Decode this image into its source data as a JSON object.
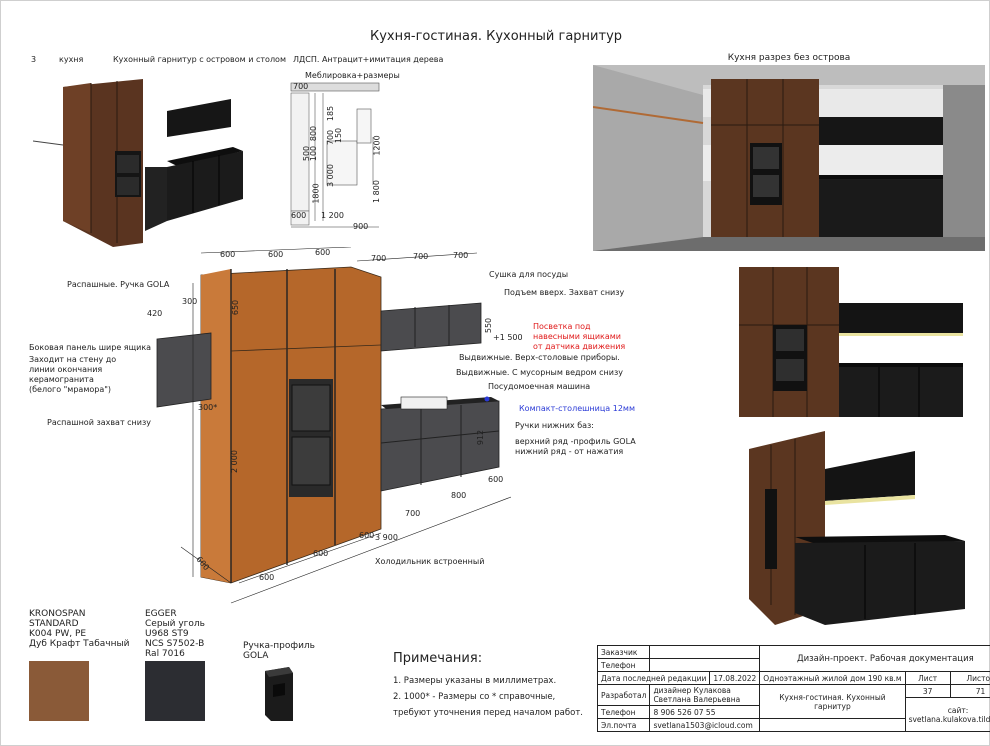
{
  "page": {
    "title": "Кухня-гостиная. Кухонный гарнитур",
    "header_row": {
      "num": "3",
      "room": "кухня",
      "desc": "Кухонный гарнитур с островом и столом",
      "material": "ЛДСП. Антрацит+имитация дерева"
    },
    "plan_label": "Меблировка+размеры",
    "render_top_label": "Кухня разрез без острова"
  },
  "plan": {
    "dims": [
      "700",
      "185",
      "700",
      "800",
      "100",
      "1200",
      "3 000",
      "1800",
      "1 800",
      "1 200",
      "900",
      "600",
      "150",
      "500"
    ]
  },
  "drawing": {
    "dims_top_left": [
      "600",
      "600",
      "600"
    ],
    "dims_top_right": [
      "700",
      "700",
      "700"
    ],
    "dim_side": [
      "420",
      "300",
      "300*"
    ],
    "dim_heights": [
      "650",
      "2 000",
      "550",
      "+1 500",
      "912"
    ],
    "dims_bottom": [
      "600",
      "600",
      "600",
      "700",
      "800",
      "600",
      "3 900",
      "600"
    ],
    "labels": {
      "swing_gola": "Распашные. Ручка GOLA",
      "side_panel": "Боковая панель шире ящика",
      "side_panel_note": "Заходит на стену до\nлинии окончания\nкерамогранита\n(белого \"мрамора\")",
      "swing_bottom": "Распашной захват снизу",
      "dish_dryer": "Сушка для посуды",
      "lift_up": "Подъем вверх. Захват снизу",
      "lighting": "Посветка под\nнавесными ящиками\nот датчика движения",
      "pullout_upper": "Выдвижные. Верх-столовые приборы.",
      "pullout_trash": "Выдвижные. С мусорным ведром снизу",
      "dishwasher": "Посудомоечная машина",
      "countertop": "Компакт-столешница 12мм",
      "base_handles": "Ручки нижних баз:",
      "base_handles_note": "верхний ряд -профиль GOLA\nнижний ряд - от нажатия",
      "fridge": "Холодильник встроенный"
    }
  },
  "materials": [
    {
      "text": "KRONOSPAN\nSTANDARD\nK004 PW, PE\nДуб Крафт Табачный",
      "color": "#8a5a38"
    },
    {
      "text": "EGGER\nСерый уголь\nU968 ST9\nNCS S7502-B\nRal 7016",
      "color": "#2c2d32"
    },
    {
      "text": "Ручка-профиль\nGOLA",
      "color": "#1b1b1b"
    }
  ],
  "notes": {
    "title": "Примечания:",
    "lines": [
      "1. Размеры указаны в миллиметрах.",
      "2. 1000* - Размеры со * справочные,",
      "требуют уточнения перед началом работ."
    ]
  },
  "stamp": {
    "customer_label": "Заказчик",
    "customer_value": "",
    "phone_label": "Телефон",
    "phone_value": "",
    "last_edit_label": "Дата последней редакции",
    "last_edit_value": "17.08.2022",
    "developer_label": "Разработал",
    "developer_value": "дизайнер Кулакова\nСветлана Валерьевна",
    "phone2_label": "Телефон",
    "phone2_value": "8 906 526 07 55",
    "email_label": "Эл.почта",
    "email_value": "svetlana1503@icloud.com",
    "project_title": "Дизайн-проект. Рабочая документация",
    "house": "Одноэтажный жилой дом 190 кв.м",
    "sheet_label": "Лист",
    "sheets_label": "Листов",
    "sheet_value": "37",
    "sheets_value": "71",
    "drawing_name": "Кухня-гостиная. Кухонный\nгарнитур",
    "site_label": "сайт:",
    "site_value": "svetlana.kulakova.tilda.ws"
  },
  "colors": {
    "wood": "#8a5a38",
    "wood_drawing": "#b5672a",
    "anthracite": "#2c2d32",
    "drawing_gray": "#4b4b4e",
    "accent_red": "#e01a1a",
    "accent_blue": "#2a3ad6"
  }
}
